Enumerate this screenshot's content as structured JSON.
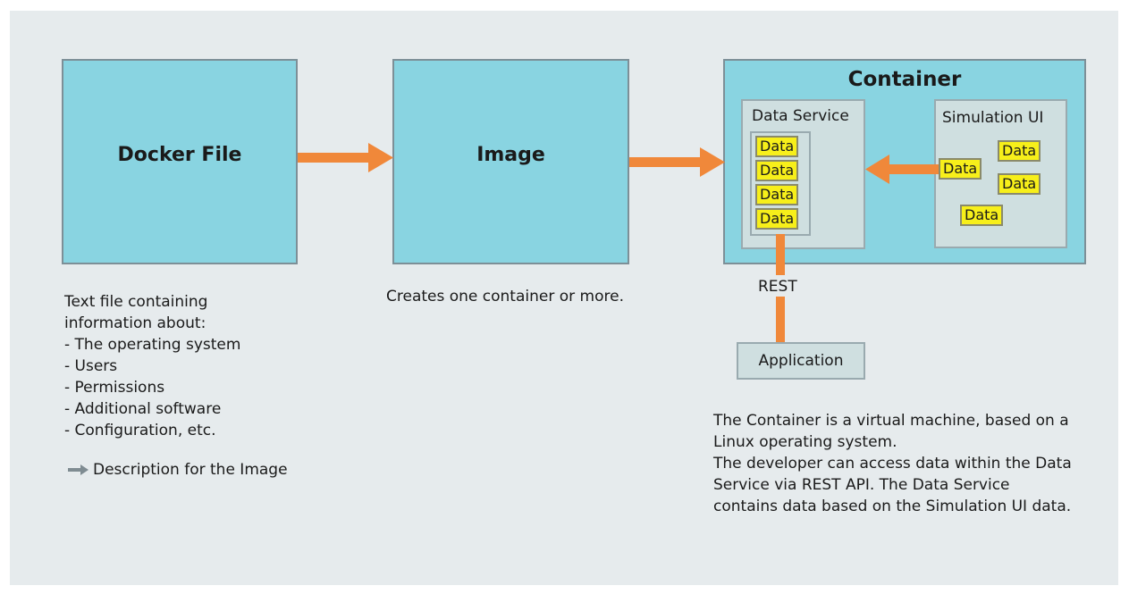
{
  "docker_file": {
    "title": "Docker File"
  },
  "image": {
    "title": "Image"
  },
  "container": {
    "title": "Container",
    "data_service": {
      "title": "Data Service",
      "items": [
        "Data",
        "Data",
        "Data",
        "Data"
      ]
    },
    "simulation_ui": {
      "title": "Simulation UI",
      "items": [
        "Data",
        "Data",
        "Data",
        "Data"
      ]
    }
  },
  "rest_label": "REST",
  "application": {
    "label": "Application"
  },
  "docker_description": {
    "lines": [
      "Text file containing",
      "information about:",
      "- The operating system",
      "- Users",
      "- Permissions",
      "- Additional software",
      "- Configuration, etc."
    ],
    "note": "Description for the Image"
  },
  "image_description": "Creates one container or more.",
  "container_description": {
    "lines": [
      "The Container is a virtual machine, based on a",
      "Linux operating system.",
      "The developer can access data within the Data",
      "Service via REST API. The Data Service",
      "contains data based on the Simulation UI data."
    ]
  },
  "colors": {
    "background": "#e6ebed",
    "box_fill": "#89d4e1",
    "inner_fill": "#cfdfe0",
    "data_chip": "#f7ef1a",
    "arrow": "#f0883a",
    "note_arrow": "#7f8c92"
  }
}
